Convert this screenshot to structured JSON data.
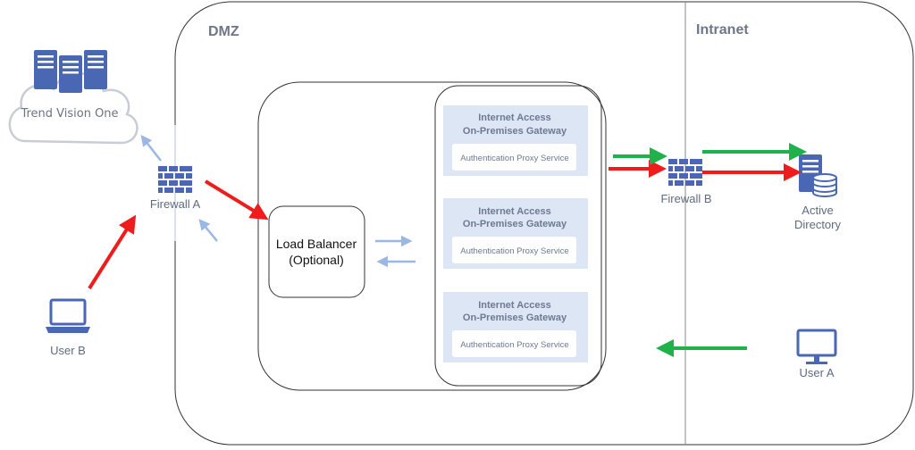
{
  "zones": {
    "dmz": "DMZ",
    "intranet": "Intranet"
  },
  "cloud": {
    "label": "Trend Vision One"
  },
  "firewalls": {
    "a": "Firewall A",
    "b": "Firewall B"
  },
  "users": {
    "b": "User B",
    "a": "User A"
  },
  "load_balancer": {
    "line1": "Load Balancer",
    "line2": "(Optional)"
  },
  "gateways": [
    {
      "title1": "Internet Access",
      "title2": "On-Premises Gateway",
      "service": "Authentication Proxy Service"
    },
    {
      "title1": "Internet Access",
      "title2": "On-Premises Gateway",
      "service": "Authentication Proxy Service"
    },
    {
      "title1": "Internet Access",
      "title2": "On-Premises Gateway",
      "service": "Authentication Proxy Service"
    }
  ],
  "active_directory": {
    "line1": "Active",
    "line2": "Directory"
  },
  "colors": {
    "icon_blue": "#4a67b4",
    "arrow_red": "#ee1c1c",
    "arrow_green": "#20b24a",
    "arrow_light_blue": "#9bb8e4",
    "gateway_fill": "#dde6f5"
  }
}
